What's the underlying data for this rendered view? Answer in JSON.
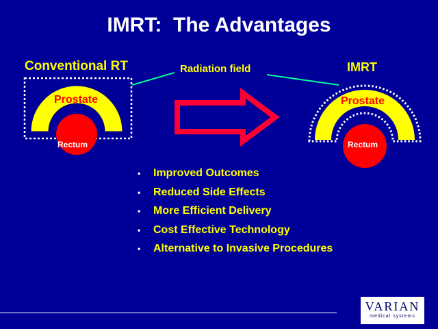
{
  "title": "IMRT:  The Advantages",
  "conventional": {
    "label": "Conventional RT",
    "organ_target": "Prostate",
    "organ_risk": "Rectum"
  },
  "imrt": {
    "label": "IMRT",
    "organ_target": "Prostate",
    "organ_risk": "Rectum"
  },
  "radiation_field_label": "Radiation field",
  "advantages": [
    "Improved Outcomes",
    "Reduced Side Effects",
    "More Efficient Delivery",
    "Cost Effective Technology",
    "Alternative to Invasive Procedures"
  ],
  "logo": {
    "name": "VARIAN",
    "tagline": "medical systems"
  },
  "colors": {
    "background": "#000099",
    "prostate": "#ffff00",
    "rectum": "#ff0000",
    "field_line": "#00ff99",
    "arrow_outline": "#ff0033"
  }
}
